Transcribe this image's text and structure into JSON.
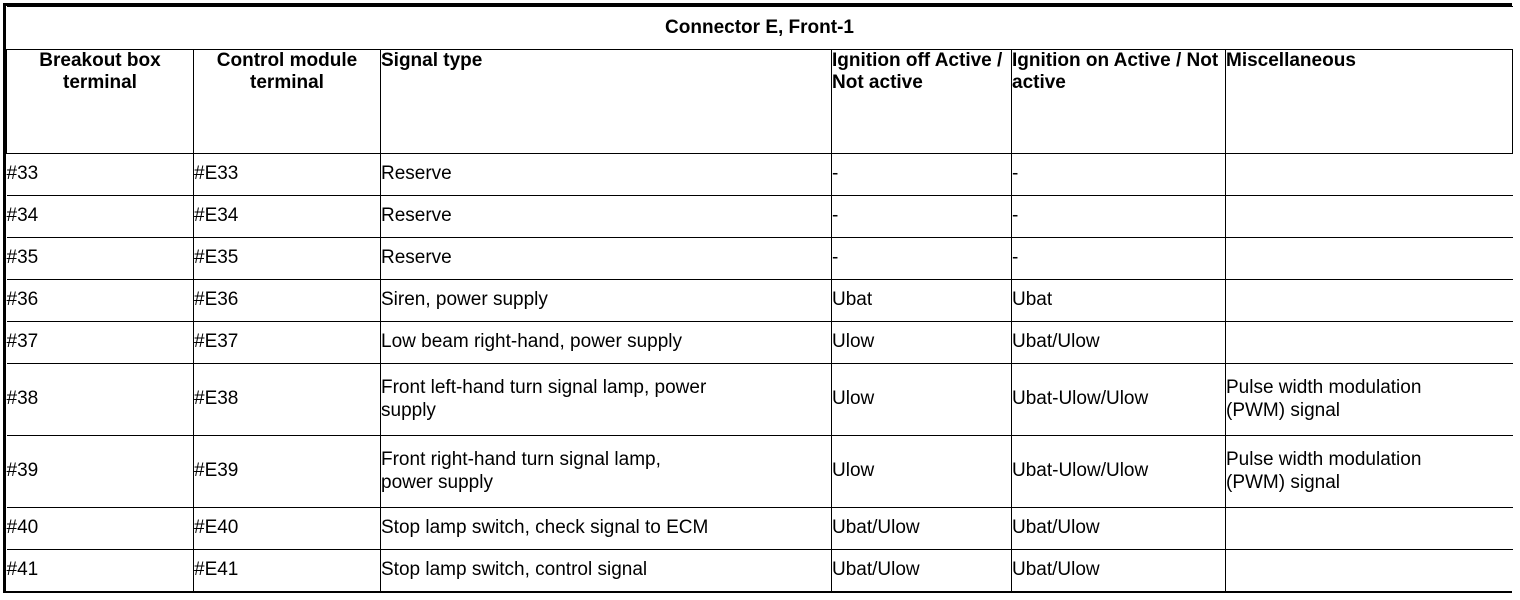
{
  "table": {
    "title": "Connector E, Front-1",
    "columns": [
      "Breakout box\nterminal",
      "Control\nmodule\nterminal",
      "Signal type",
      "Ignition off\nActive / Not\nactive",
      "Ignition on\nActive / Not\nactive",
      "Miscellaneous"
    ],
    "rows": [
      {
        "breakout_terminal": "#33",
        "module_terminal": "#E33",
        "signal_type": "Reserve",
        "ignition_off": "-",
        "ignition_on": "-",
        "miscellaneous": "",
        "tall": false
      },
      {
        "breakout_terminal": "#34",
        "module_terminal": "#E34",
        "signal_type": "Reserve",
        "ignition_off": "-",
        "ignition_on": "-",
        "miscellaneous": "",
        "tall": false
      },
      {
        "breakout_terminal": "#35",
        "module_terminal": "#E35",
        "signal_type": "Reserve",
        "ignition_off": "-",
        "ignition_on": "-",
        "miscellaneous": "",
        "tall": false
      },
      {
        "breakout_terminal": "#36",
        "module_terminal": "#E36",
        "signal_type": "Siren, power supply",
        "ignition_off": "Ubat",
        "ignition_on": "Ubat",
        "miscellaneous": "",
        "tall": false
      },
      {
        "breakout_terminal": "#37",
        "module_terminal": "#E37",
        "signal_type": "Low beam right-hand, power supply",
        "ignition_off": "Ulow",
        "ignition_on": "Ubat/Ulow",
        "miscellaneous": "",
        "tall": false
      },
      {
        "breakout_terminal": "#38",
        "module_terminal": "#E38",
        "signal_type": "Front left-hand turn signal lamp, power\nsupply",
        "ignition_off": "Ulow",
        "ignition_on": "Ubat-Ulow/Ulow",
        "miscellaneous": "Pulse width modulation\n(PWM) signal",
        "tall": true
      },
      {
        "breakout_terminal": "#39",
        "module_terminal": "#E39",
        "signal_type": "Front right-hand turn signal lamp,\npower supply",
        "ignition_off": "Ulow",
        "ignition_on": "Ubat-Ulow/Ulow",
        "miscellaneous": "Pulse width modulation\n(PWM) signal",
        "tall": true
      },
      {
        "breakout_terminal": "#40",
        "module_terminal": "#E40",
        "signal_type": "Stop lamp switch, check signal to ECM",
        "ignition_off": "Ubat/Ulow",
        "ignition_on": "Ubat/Ulow",
        "miscellaneous": "",
        "tall": false
      },
      {
        "breakout_terminal": "#41",
        "module_terminal": "#E41",
        "signal_type": "Stop lamp switch, control signal",
        "ignition_off": "Ubat/Ulow",
        "ignition_on": "Ubat/Ulow",
        "miscellaneous": "",
        "tall": false
      }
    ]
  },
  "colors": {
    "border": "#000000",
    "background": "#ffffff",
    "text": "#000000"
  }
}
